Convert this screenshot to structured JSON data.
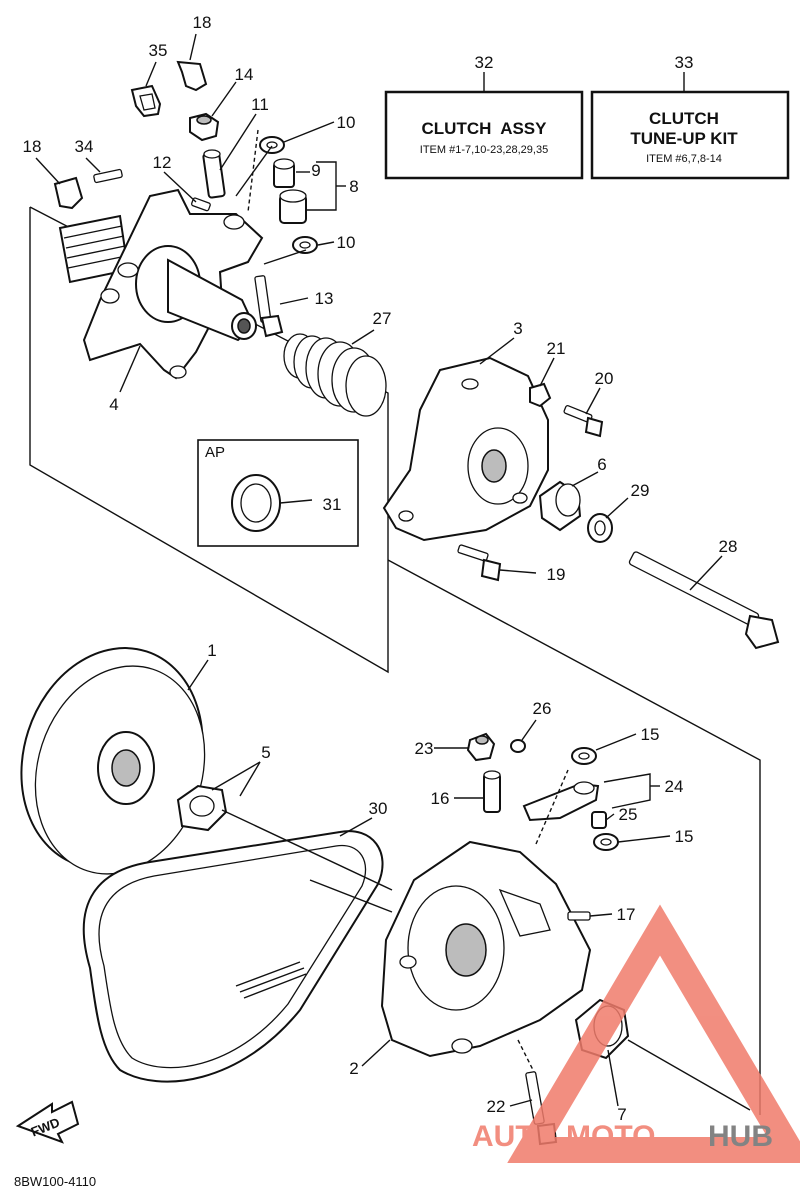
{
  "diagram": {
    "footer_code": "8BW100-4110",
    "fwd_label": "FWD",
    "ap_label": "AP",
    "watermark": {
      "auto": "AUTO",
      "moto": "MOTO",
      "hub": "HUB",
      "color_red": "#f07b6b",
      "color_grey": "#6e6e6e"
    },
    "boxes": [
      {
        "number": "32",
        "title_lines": [
          "CLUTCH  ASSY"
        ],
        "items": "ITEM #1-7,10-23,28,29,35"
      },
      {
        "number": "33",
        "title_lines": [
          "CLUTCH",
          "TUNE-UP KIT"
        ],
        "items": "ITEM #6,7,8-14"
      }
    ],
    "callouts": [
      "18",
      "35",
      "14",
      "11",
      "10",
      "9",
      "8",
      "10",
      "18",
      "34",
      "12",
      "13",
      "27",
      "4",
      "3",
      "21",
      "20",
      "6",
      "29",
      "31",
      "19",
      "28",
      "1",
      "5",
      "26",
      "23",
      "15",
      "16",
      "24",
      "25",
      "15",
      "30",
      "17",
      "2",
      "22",
      "7"
    ]
  }
}
